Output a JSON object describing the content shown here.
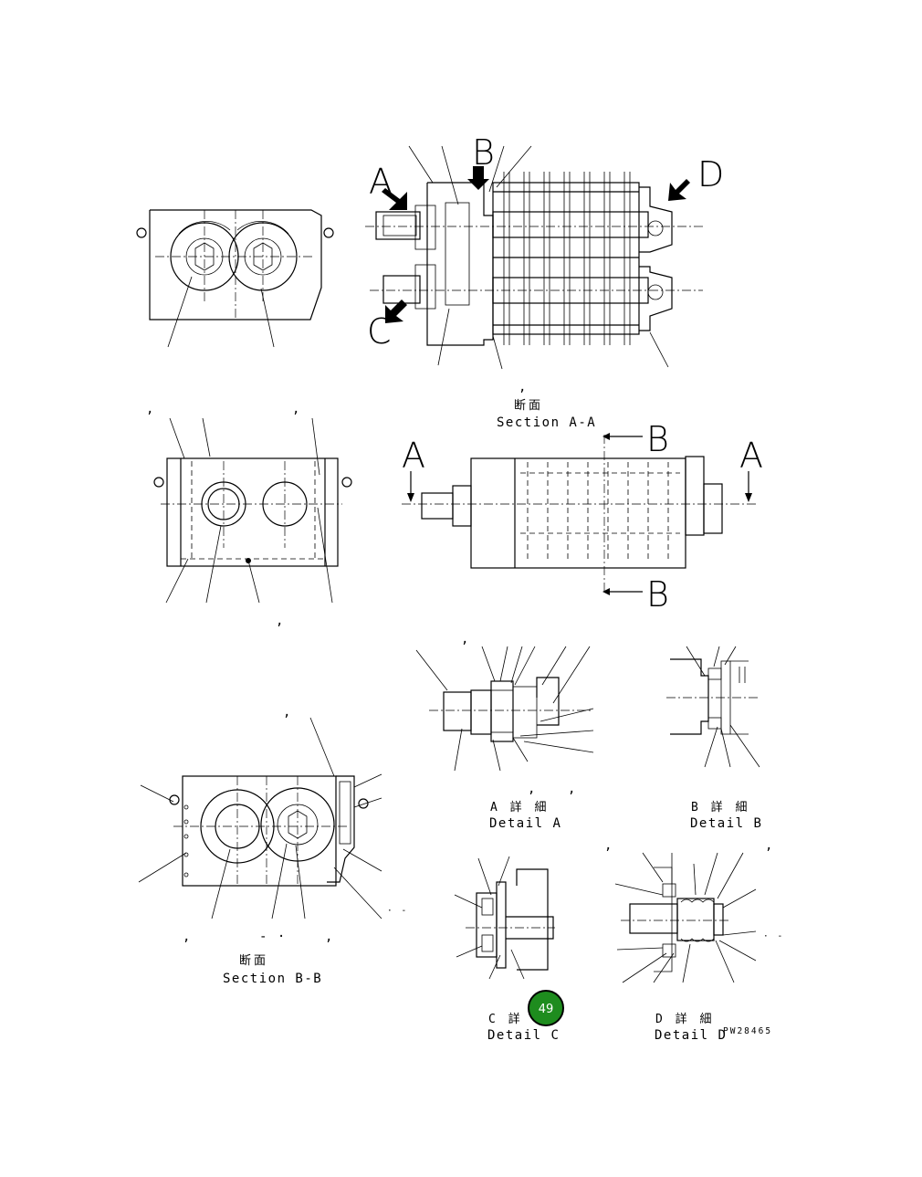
{
  "sections": {
    "section_aa": {
      "jp": "断面",
      "label": "Section A-A"
    },
    "section_bb": {
      "jp": "断面",
      "label": "Section B-B"
    }
  },
  "details": {
    "detail_a": {
      "jp": "A 詳 細",
      "label": "Detail A"
    },
    "detail_b": {
      "jp": "B 詳 細",
      "label": "Detail B"
    },
    "detail_c": {
      "jp": "C 詳",
      "label": "Detail C"
    },
    "detail_d": {
      "jp": "D 詳 細",
      "label": "Detail D"
    }
  },
  "view_letters": {
    "a_top": "A",
    "b_top": "B",
    "c_top": "C",
    "d_top": "D",
    "a_left": "A",
    "a_right": "A",
    "b_upper": "B",
    "b_lower": "B"
  },
  "drawing_ref": "PW28465",
  "page_badge": {
    "number": "49",
    "color": "#1e8c1e"
  }
}
